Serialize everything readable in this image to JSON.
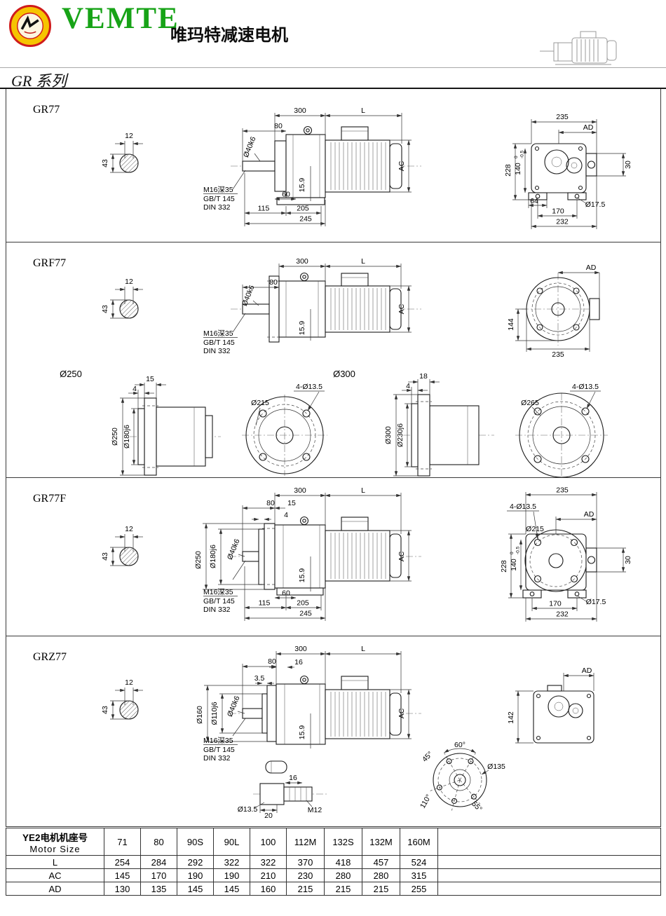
{
  "header": {
    "brand": "VEMTE",
    "subtitle": "唯玛特减速电机",
    "series_title": "GR 系列"
  },
  "gr77": {
    "title": "GR77",
    "d12": "12",
    "d43": "43",
    "d300": "300",
    "dL": "L",
    "d80": "80",
    "shaft_dia": "Ø40k6",
    "d159": "15.9",
    "tap": "M16深35",
    "std_gb": "GB/T 145",
    "std_din": "DIN 332",
    "d60": "60",
    "d115": "115",
    "d205": "205",
    "d245": "245",
    "dAC": "AC",
    "d235": "235",
    "dAD": "AD",
    "d228": "228",
    "d140": "140",
    "tol_top": "0",
    "tol_bot": "-0.5",
    "d30": "30",
    "d64": "64",
    "d170": "170",
    "d232": "232",
    "dhole": "Ø17.5"
  },
  "grf77": {
    "title": "GRF77",
    "d12": "12",
    "d43": "43",
    "d300": "300",
    "dL": "L",
    "d80": "80",
    "shaft_dia": "Ø40k6",
    "d159": "15.9",
    "tap": "M16深35",
    "std_gb": "GB/T 145",
    "std_din": "DIN 332",
    "dAC": "AC",
    "dAD": "AD",
    "d144": "144",
    "d235": "235"
  },
  "flange250": {
    "caption": "Ø250",
    "d15": "15",
    "d4": "4",
    "od": "Ø250",
    "spigot": "Ø180j6",
    "bolt_circle": "Ø215",
    "holes": "4-Ø13.5"
  },
  "flange300": {
    "caption": "Ø300",
    "d18": "18",
    "d4": "4",
    "od": "Ø300",
    "spigot": "Ø230j6",
    "bolt_circle": "Ø265",
    "holes": "4-Ø13.5"
  },
  "gr77f": {
    "title": "GR77F",
    "d12": "12",
    "d43": "43",
    "d300": "300",
    "dL": "L",
    "d80": "80",
    "d15": "15",
    "d4": "4",
    "od250": "Ø250",
    "spigot": "Ø180j6",
    "shaft_dia": "Ø40k6",
    "d159": "15.9",
    "tap": "M16深35",
    "std_gb": "GB/T 145",
    "std_din": "DIN 332",
    "d60": "60",
    "d115": "115",
    "d205": "205",
    "d245": "245",
    "dAC": "AC",
    "d235": "235",
    "holes": "4-Ø13.5",
    "dAD": "AD",
    "bolt_circle": "Ø215",
    "d228": "228",
    "d140": "140",
    "tol_top": "0",
    "tol_bot": "-0.5",
    "d30": "30",
    "d170": "170",
    "d232": "232",
    "dhole": "Ø17.5"
  },
  "grz77": {
    "title": "GRZ77",
    "d12": "12",
    "d43": "43",
    "d300": "300",
    "dL": "L",
    "d80": "80",
    "d16": "16",
    "d35": "3.5",
    "od160": "Ø160",
    "spigot": "Ø110j6",
    "shaft_dia": "Ø40k6",
    "d159": "15.9",
    "tap": "M16深35",
    "std_gb": "GB/T 145",
    "std_din": "DIN 332",
    "dAC": "AC",
    "dAD": "AD",
    "d142": "142",
    "dhole": "Ø13.5",
    "d20": "20",
    "d16b": "16",
    "tap2": "M12",
    "a60": "60°",
    "a45": "45°",
    "a110": "110°",
    "a55": "55°",
    "od135": "Ø135"
  },
  "table": {
    "label_cn": "YE2电机机座号",
    "label_en": "Motor Size",
    "columns": [
      "71",
      "80",
      "90S",
      "90L",
      "100",
      "112M",
      "132S",
      "132M",
      "160M"
    ],
    "rows": [
      {
        "label": "L",
        "values": [
          "254",
          "284",
          "292",
          "322",
          "322",
          "370",
          "418",
          "457",
          "524"
        ]
      },
      {
        "label": "AC",
        "values": [
          "145",
          "170",
          "190",
          "190",
          "210",
          "230",
          "280",
          "280",
          "315"
        ]
      },
      {
        "label": "AD",
        "values": [
          "130",
          "135",
          "145",
          "145",
          "160",
          "215",
          "215",
          "215",
          "255"
        ]
      }
    ]
  }
}
